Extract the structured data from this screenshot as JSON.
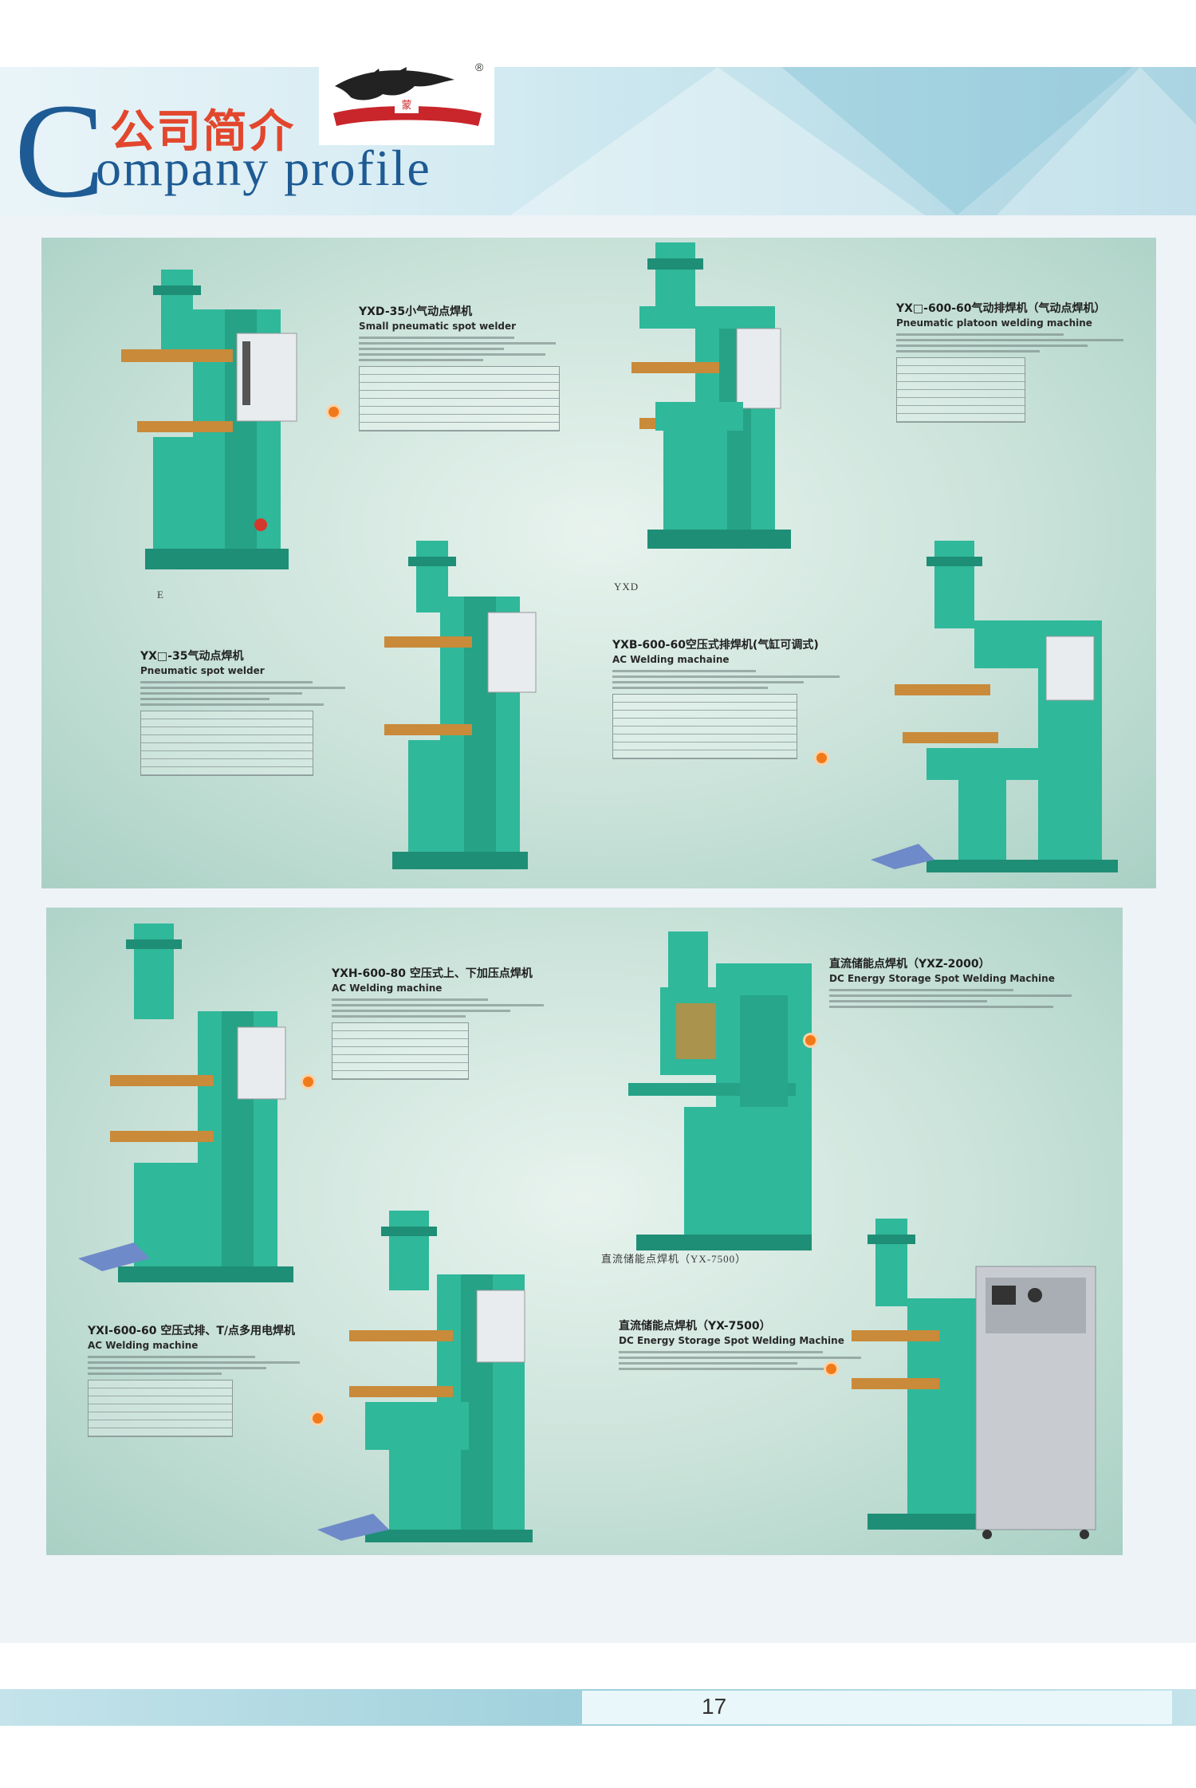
{
  "header": {
    "title_letter": "C",
    "title_cn": "公司简介",
    "title_en": "ompany profile",
    "reg_mark": "®"
  },
  "panel1": {
    "products": [
      {
        "model": "YXD-35小气动点焊机",
        "subtitle": "Small pneumatic spot welder"
      },
      {
        "model": "YX□-600-60气动排焊机（气动点焊机）",
        "subtitle": "Pneumatic platoon welding machine"
      },
      {
        "model": "YX□-35气动点焊机",
        "subtitle": "Pneumatic spot welder"
      },
      {
        "model": "YXB-600-60空压式排焊机(气缸可调式)",
        "subtitle": "AC Welding machaine"
      }
    ],
    "captions": [
      "YXD",
      "E"
    ]
  },
  "panel2": {
    "products": [
      {
        "model": "YXH-600-80 空压式上、下加压点焊机",
        "subtitle": "AC Welding machine"
      },
      {
        "model": "直流储能点焊机（YXZ-2000）",
        "subtitle": "DC Energy Storage Spot Welding Machine"
      },
      {
        "model": "YXI-600-60 空压式排、T/点多用电焊机",
        "subtitle": "AC Welding machine"
      },
      {
        "model": "直流储能点焊机（YX-7500）",
        "subtitle": "DC Energy Storage Spot Welding Machine"
      }
    ],
    "captions": [
      "直流储能点焊机（YX-7500）"
    ]
  },
  "footer": {
    "page_number": "17"
  },
  "colors": {
    "machine_green": "#2fb89a",
    "machine_dark": "#1f8e76",
    "copper": "#c98a3a",
    "accent_orange": "#f07a1a",
    "title_blue": "#1e5b94",
    "title_red": "#e2472d"
  }
}
